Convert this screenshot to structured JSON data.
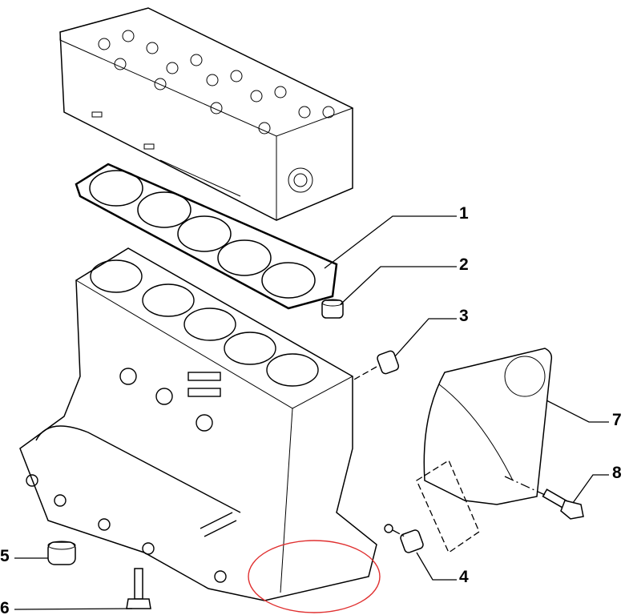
{
  "diagram": {
    "callouts": [
      {
        "id": "1",
        "part": "cylinder-head-gasket"
      },
      {
        "id": "2",
        "part": "dowel-bushing"
      },
      {
        "id": "3",
        "part": "dowel-bushing"
      },
      {
        "id": "4",
        "part": "dowel-bushing"
      },
      {
        "id": "5",
        "part": "plug"
      },
      {
        "id": "6",
        "part": "stud"
      },
      {
        "id": "7",
        "part": "flywheel-cover-plate"
      },
      {
        "id": "8",
        "part": "bolt"
      }
    ],
    "highlight_color": "#e03030"
  }
}
